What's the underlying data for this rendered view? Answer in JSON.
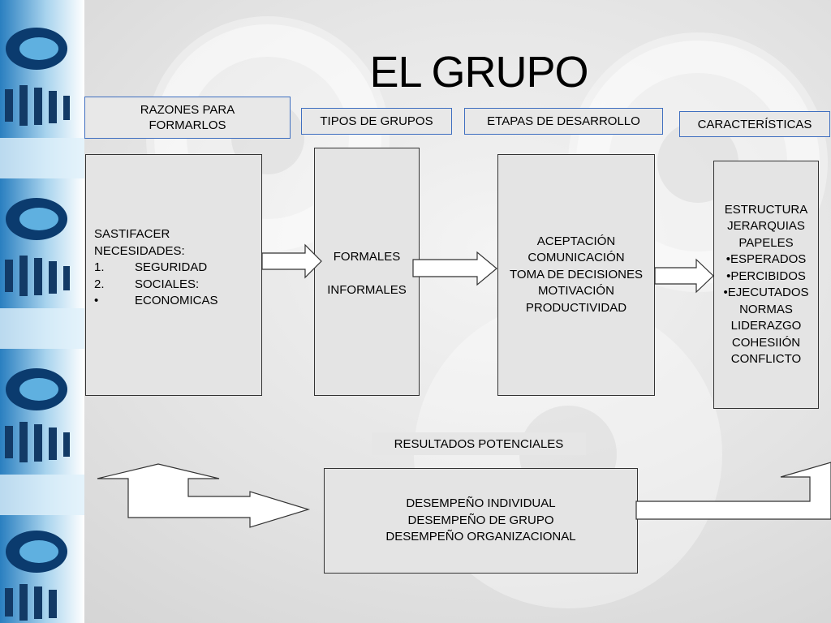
{
  "title": "EL GRUPO",
  "headers": {
    "razones": "RAZONES PARA FORMARLOS",
    "tipos": "TIPOS DE GRUPOS",
    "etapas": "ETAPAS DE DESARROLLO",
    "caracteristicas": "CARACTERÍSTICAS"
  },
  "razones_box": {
    "intro_1": "SASTIFACER",
    "intro_2": "NECESIDADES:",
    "items": [
      {
        "marker": "1.",
        "text": "SEGURIDAD"
      },
      {
        "marker": "2.",
        "text": "SOCIALES:"
      },
      {
        "marker": "•",
        "text": "ECONOMICAS"
      }
    ]
  },
  "tipos_box": {
    "items": [
      "FORMALES",
      "INFORMALES"
    ]
  },
  "etapas_box": {
    "items": [
      "ACEPTACIÓN",
      "COMUNICACIÓN",
      "TOMA DE DECISIONES",
      "MOTIVACIÓN",
      "PRODUCTIVIDAD"
    ]
  },
  "caracteristicas_box": {
    "items": [
      "ESTRUCTURA",
      "JERARQUIAS",
      "PAPELES",
      "•ESPERADOS",
      "•PERCIBIDOS",
      "•EJECUTADOS",
      "NORMAS",
      "LIDERAZGO",
      "COHESIIÓN",
      "CONFLICTO"
    ]
  },
  "resultados": {
    "header": "RESULTADOS POTENCIALES",
    "items": [
      "DESEMPEÑO INDIVIDUAL",
      "DESEMPEÑO DE GRUPO",
      "DESEMPEÑO ORGANIZACIONAL"
    ]
  },
  "colors": {
    "header_border": "#3f6fc0",
    "box_border": "#333333",
    "strip_blue": "#2a7fc0"
  }
}
